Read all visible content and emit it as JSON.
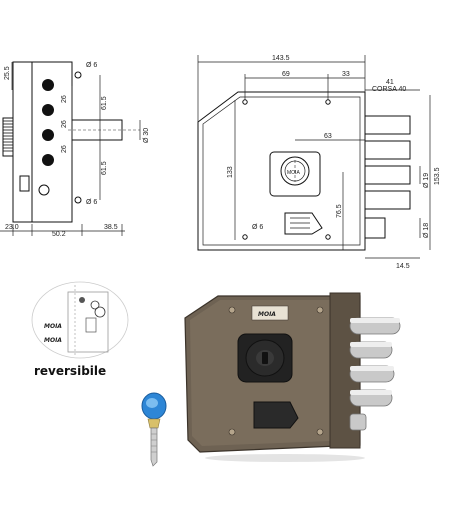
{
  "front_view": {
    "dims": {
      "top_offset": "25.5",
      "hole_top": "Ø 6",
      "spacing_1": "26",
      "spacing_2": "26",
      "spacing_3": "26",
      "half_upper": "61.5",
      "half_lower": "61.5",
      "cylinder_dia": "Ø 30",
      "hole_bottom": "Ø 6",
      "left_width": "23.0",
      "body_depth": "50.2",
      "cylinder_len": "38.5"
    }
  },
  "side_view": {
    "dims": {
      "total_width": "143.5",
      "hole_spacing": "69",
      "hole_to_edge": "33",
      "bolt_out": "41",
      "stroke_label": "CORSA 40",
      "cylinder_offset": "63",
      "body_height": "133",
      "total_height": "153.5",
      "bolt_dia": "Ø 19",
      "cylinder_height": "76.5",
      "hole_corner": "Ø 6",
      "latch_dia": "Ø 18",
      "latch_offset": "14.5"
    },
    "cylinder_brand": "MOIA"
  },
  "inset": {
    "label": "reversibile",
    "sketch_text_1": "MOIA",
    "sketch_text_2": "MOIA"
  },
  "product": {
    "plate_brand": "MOIA",
    "colors": {
      "body": "#6e6253",
      "bolt": "#c9c9c9",
      "key_head": "#2d86d6"
    }
  }
}
